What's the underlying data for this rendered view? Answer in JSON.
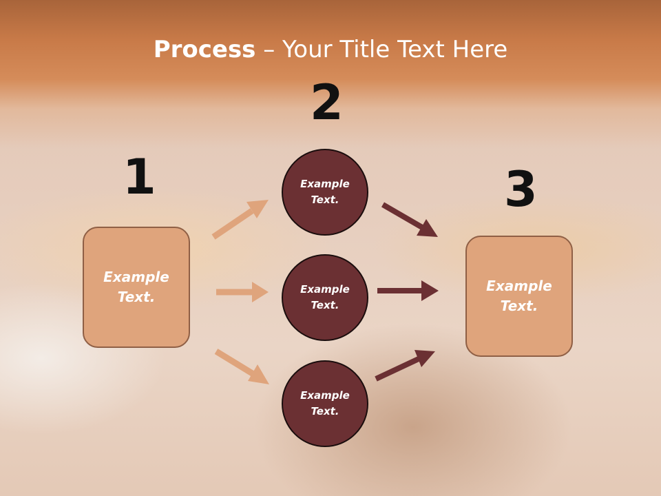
{
  "title": {
    "bold": "Process",
    "rest": " – Your Title Text Here"
  },
  "steps": [
    {
      "number": "1",
      "label": "Example\nText."
    },
    {
      "number": "2",
      "nodes": [
        "Example\nText.",
        "Example\nText.",
        "Example\nText."
      ]
    },
    {
      "number": "3",
      "label": "Example\nText."
    }
  ],
  "colors": {
    "box": "#dfa47c",
    "circle": "#6b3033",
    "arrow_light": "#dfa47c",
    "arrow_dark": "#6b3033"
  }
}
